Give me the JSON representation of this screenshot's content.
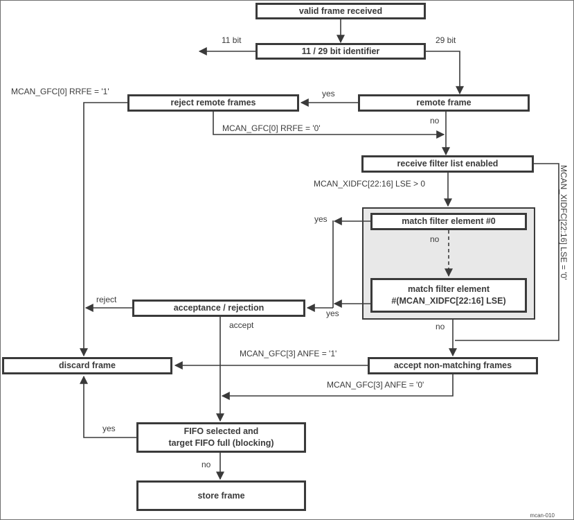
{
  "nodes": {
    "valid_frame": "valid frame received",
    "identifier": "11 / 29 bit identifier",
    "remote_frame": "remote frame",
    "reject_remote": "reject remote frames",
    "filter_list": "receive filter list enabled",
    "match_first": "match filter element #0",
    "match_last_line1": "match filter element",
    "match_last_line2": "#(MCAN_XIDFC[22:16] LSE)",
    "acceptance": "acceptance / rejection",
    "discard": "discard frame",
    "accept_nonmatching": "accept non-matching frames",
    "fifo_line1": "FIFO selected and",
    "fifo_line2": "target FIFO full (blocking)",
    "store": "store frame"
  },
  "labels": {
    "bit11": "11 bit",
    "bit29": "29 bit",
    "yes_remote": "yes",
    "no_remote": "no",
    "rrfe_1": "MCAN_GFC[0] RRFE = '1'",
    "rrfe_0": "MCAN_GFC[0] RRFE = '0'",
    "lse_gt_0": "MCAN_XIDFC[22:16] LSE > 0",
    "lse_eq_0": "MCAN_XIDFC[22:16] LSE = '0'",
    "yes_match_first": "yes",
    "no_match_first": "no",
    "yes_match_last": "yes",
    "no_match_last": "no",
    "reject": "reject",
    "accept": "accept",
    "anfe_1": "MCAN_GFC[3] ANFE = '1'",
    "anfe_0": "MCAN_GFC[3] ANFE = '0'",
    "yes_fifo": "yes",
    "no_fifo": "no"
  },
  "colors": {
    "line": "#3a3a3a",
    "group_fill": "#e8e8e8",
    "box_fill": "#ffffff"
  },
  "footer": "mcan-010"
}
